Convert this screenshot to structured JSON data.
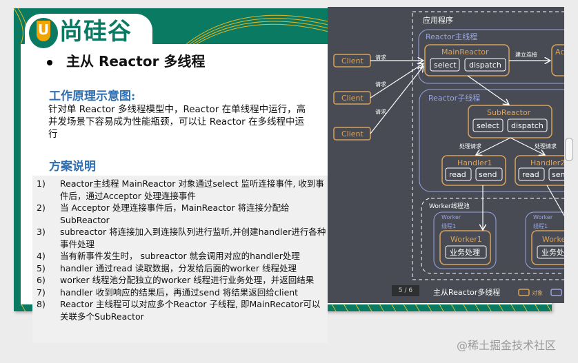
{
  "logo": {
    "mark": "U",
    "text": "尚硅谷"
  },
  "title": "主从 Reactor 多线程",
  "section1": {
    "heading": "工作原理示意图:",
    "body": "针对单 Reactor 多线程模型中，Reactor 在单线程中运行，高并发场景下容易成为性能瓶颈，可以让 Reactor 在多线程中运行"
  },
  "section2": {
    "heading": "方案说明"
  },
  "steps": [
    {
      "n": "1)",
      "t": "Reactor主线程 MainReactor 对象通过select 监听连接事件, 收到事件后，通过Acceptor 处理连接事件"
    },
    {
      "n": "2)",
      "t": "当 Acceptor  处理连接事件后，MainReactor 将连接分配给SubReactor"
    },
    {
      "n": "3)",
      "t": "subreactor 将连接加入到连接队列进行监听,并创建handler进行各种事件处理"
    },
    {
      "n": "4)",
      "t": "当有新事件发生时， subreactor 就会调用对应的handler处理"
    },
    {
      "n": "5)",
      "t": "handler 通过read 读取数据，分发给后面的worker 线程处理"
    },
    {
      "n": "6)",
      "t": "worker 线程池分配独立的worker 线程进行业务处理，并返回结果"
    },
    {
      "n": "7)",
      "t": "handler 收到响应的结果后，再通过send 将结果返回给client"
    },
    {
      "n": "8)",
      "t": "Reactor 主线程可以对应多个Reactor 子线程, 即MainRecator可以关联多个SubReactor"
    }
  ],
  "diagram": {
    "app": "应用程序",
    "client": "Client",
    "request": "请求",
    "main_thread": "Reactor主线程",
    "main_reactor": "MainReactor",
    "select": "select",
    "dispatch": "dispatch",
    "connect": "建立连接",
    "acceptor": "Ac",
    "sub_thread": "Reactor子线程",
    "sub_reactor": "SubReactor",
    "handle_req": "处理请求",
    "handler1": "Handler1",
    "handler2": "Handler2",
    "read": "read",
    "send": "send",
    "pool": "Worker线程池",
    "worker_thread": "Worker",
    "worker_thread2": "线程1",
    "worker1": "Worker1",
    "worker2": "Worke",
    "biz": "业务处理",
    "biz2": "业务处",
    "caption": "主从Reactor多线程",
    "legend_obj": "对象"
  },
  "page_indicator": "5 / 6",
  "watermark": "@稀土掘金技术社区",
  "colors": {
    "green": "#0b7a63",
    "orange": "#d9a35a",
    "blue": "#2e6fb4",
    "diagram_bg": "#484b53",
    "lavender": "#9aa6e0"
  }
}
